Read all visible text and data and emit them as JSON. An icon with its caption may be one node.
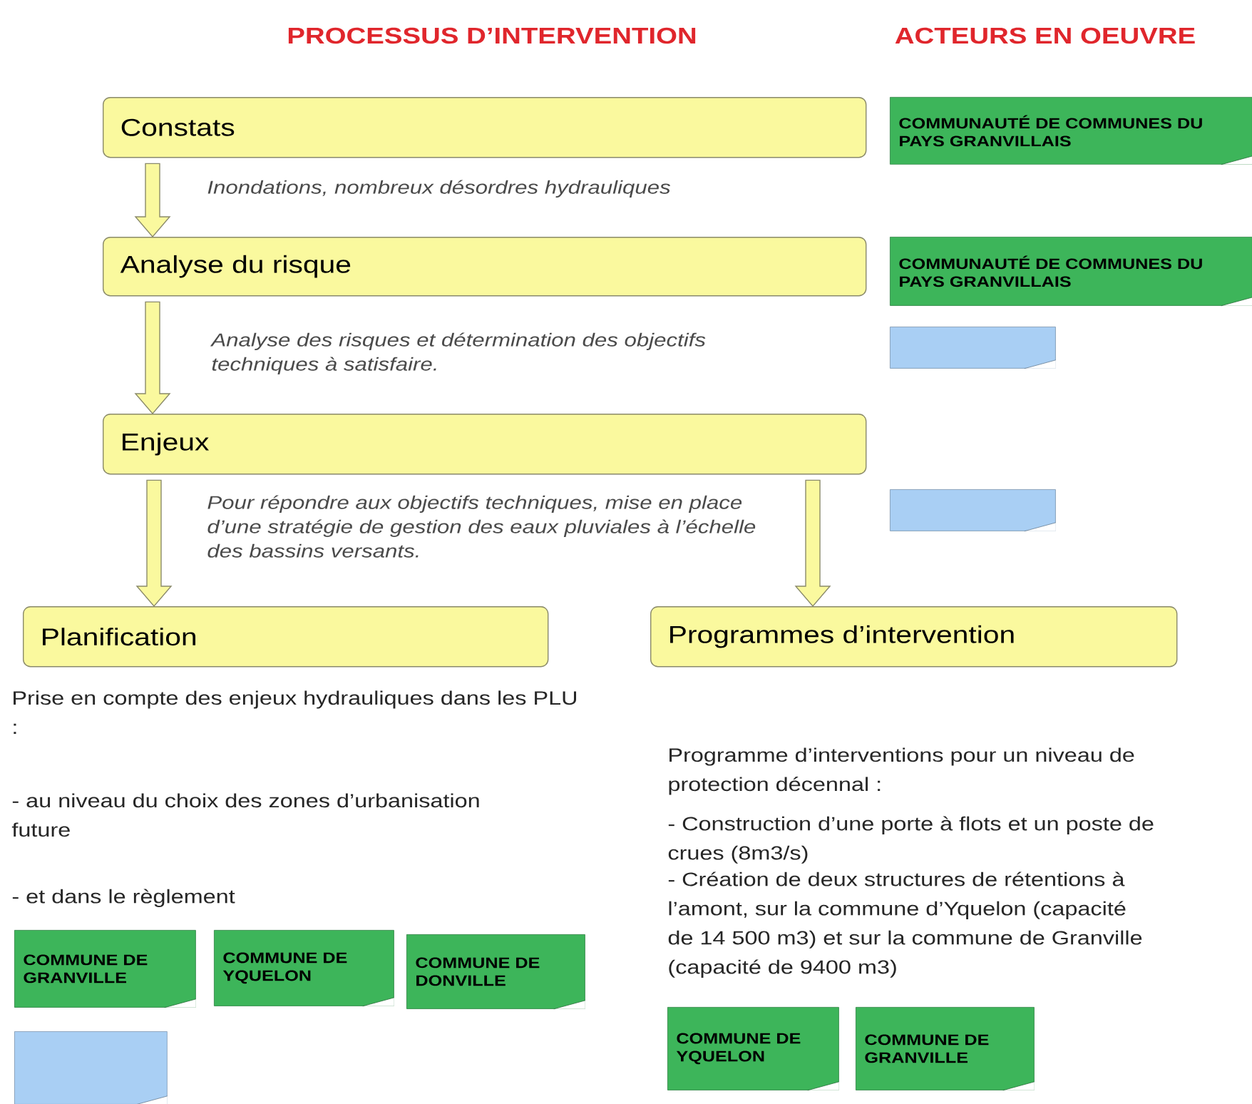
{
  "diagram": {
    "nodes": [
      {
        "text": [
          "Constats"
        ]
      },
      {
        "text": [
          "Analyse du risque"
        ]
      },
      {
        "text": [
          "Enjeux"
        ]
      },
      {
        "text": [
          "Planification"
        ]
      },
      {
        "text": [
          "Programmes d’intervention"
        ]
      },
      {
        "text": [
          "COMMUNAUTÉ DE COMMUNES DU PAYS GRANVILLAIS"
        ]
      },
      {
        "text": [
          "COMMUNAUTÉ DE COMMUNES DU PAYS GRANVILLAIS"
        ]
      },
      {
        "text": [],
        "shape": "box"
      },
      {
        "text": [],
        "shape": "box"
      },
      {
        "text": [
          "COMMUNE DE GRANVILLE"
        ]
      },
      {
        "text": [
          "COMMUNE DE YQUELON"
        ]
      },
      {
        "text": [
          "COMMUNE DE DONVILLE"
        ]
      },
      {
        "text": [],
        "shape": "box"
      },
      {
        "text": [
          "COMMUNE DE YQUELON"
        ]
      },
      {
        "text": [
          "COMMUNE DE GRANVILLE"
        ]
      }
    ],
    "edges": [
      {
        "from": 0,
        "to": 1,
        "arrow": "to",
        "label": "Inondations, nombreux désordres hydrauliques"
      },
      {
        "from": 1,
        "to": 2,
        "arrow": "to",
        "label": "Analyse des risques et détermination des objectifs techniques à satisfaire."
      },
      {
        "from": 2,
        "to": 3,
        "arrow": "to"
      },
      {
        "from": 2,
        "to": 4,
        "arrow": "to"
      }
    ],
    "labels": [
      "PROCESSUS D’INTERVENTION",
      "ACTEURS EN OEUVRE",
      "Pour répondre aux objectifs techniques, mise en place d’une stratégie de gestion des eaux pluviales à l’échelle des bassins versants.",
      "Prise en compte des enjeux hydrauliques dans les PLU :",
      "Programme d’interventions pour un niveau de protection décennal :",
      "- au niveau du choix des zones d’urbanisation future",
      "- Construction d’une porte à flots et un poste de crues (8m3/s)",
      "- et dans le règlement",
      "- Création de deux structures de rétentions à l’amont, sur la commune d’Yquelon (capacité de 14 500 m3) et sur la commune de Granville (capacité de 9400 m3)"
    ]
  }
}
